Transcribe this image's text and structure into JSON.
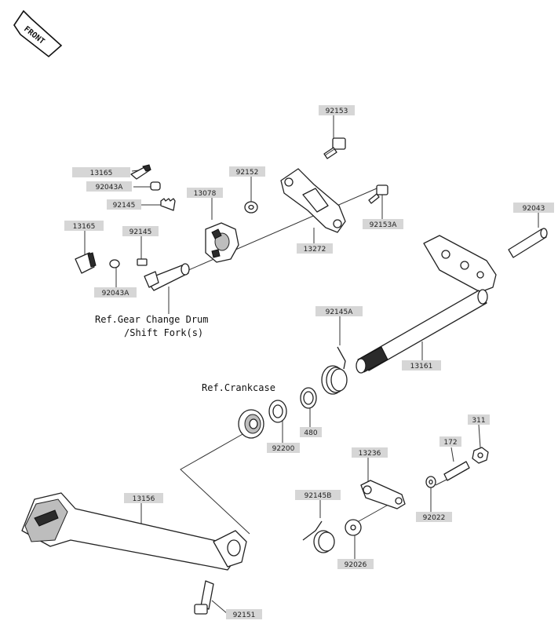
{
  "front_label": "FRONT",
  "refs": {
    "gear_change_line1": "Ref.Gear Change Drum",
    "gear_change_line2": "/Shift Fork(s)",
    "crankcase": "Ref.Crankcase"
  },
  "labels": {
    "p92153": "92153",
    "p92152": "92152",
    "p13078": "13078",
    "p13165_top": "13165",
    "p92043A_top": "92043A",
    "p92145_top": "92145",
    "p13165_mid": "13165",
    "p92145_mid": "92145",
    "p92043A_mid": "92043A",
    "p92153A": "92153A",
    "p13272": "13272",
    "p92043": "92043",
    "p92145A": "92145A",
    "p13161": "13161",
    "p480": "480",
    "p92200": "92200",
    "p13236": "13236",
    "p172": "172",
    "p311": "311",
    "p92145B": "92145B",
    "p92022": "92022",
    "p92026": "92026",
    "p13156": "13156",
    "p92151": "92151"
  }
}
